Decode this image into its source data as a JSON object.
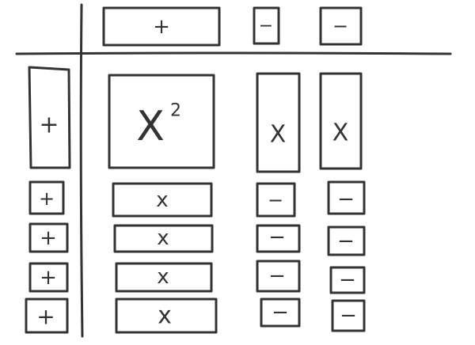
{
  "stroke_color": "#333333",
  "top_row": {
    "x_factor": "+",
    "neg1": "−",
    "neg2": "−"
  },
  "left_column": {
    "x_factor": "+",
    "units": [
      "+",
      "+",
      "+",
      "+"
    ]
  },
  "grid": {
    "x_squared": "X",
    "x_squared_exp": "2",
    "x_tiles": [
      "X",
      "X"
    ],
    "row_x": [
      "x",
      "x",
      "x",
      "x"
    ],
    "neg_col1": [
      "−",
      "−",
      "−",
      "−"
    ],
    "neg_col2": [
      "−",
      "−",
      "−",
      "−"
    ]
  }
}
